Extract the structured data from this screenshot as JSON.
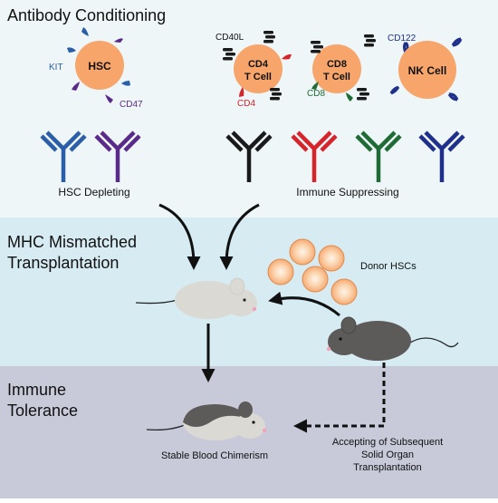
{
  "panels": {
    "conditioning": {
      "title": "Antibody Conditioning",
      "color": "#eef6f8"
    },
    "transplant": {
      "title_line1": "MHC Mismatched",
      "title_line2": "Transplantation",
      "color": "#d6ecf2"
    },
    "tolerance": {
      "title_line1": "Immune",
      "title_line2": "Tolerance",
      "color": "#c8cad9"
    }
  },
  "cells": {
    "hsc": {
      "label": "HSC",
      "markers": [
        "KIT",
        "CD47"
      ]
    },
    "cd4": {
      "label_line1": "CD4",
      "label_line2": "T Cell",
      "markers": [
        "CD40L",
        "CD4"
      ]
    },
    "cd8": {
      "label_line1": "CD8",
      "label_line2": "T Cell",
      "markers": [
        "CD8"
      ]
    },
    "nk": {
      "label": "NK Cell",
      "markers": [
        "CD122"
      ]
    }
  },
  "antibody_groups": {
    "hsc_depleting": "HSC Depleting",
    "immune_suppressing": "Immune Suppressing"
  },
  "donor_label": "Donor HSCs",
  "outcome_label": "Stable Blood Chimerism",
  "organ_lines": [
    "Accepting of Subsequent",
    "Solid Organ",
    "Transplantation"
  ],
  "colors": {
    "cell_fill": "#f7a56b",
    "kit_blue": "#2b5ea8",
    "cd47_purple": "#5a2a8a",
    "cd40l_black": "#1a1a1a",
    "cd4_red": "#d8232a",
    "cd8_green": "#1f6b35",
    "cd122_navy": "#1e2f8c",
    "recipient_mouse": "#dad9d3",
    "donor_mouse": "#5d5a5a",
    "arrow": "#111111"
  }
}
